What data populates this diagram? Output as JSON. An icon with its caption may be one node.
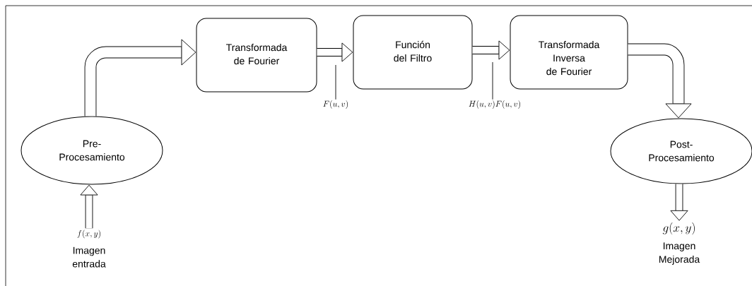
{
  "diagram": {
    "nodes": [
      {
        "text": [
          "Pre-Procesamiento"
        ]
      },
      {
        "text": [
          "Transformada de Fourier"
        ]
      },
      {
        "text": [
          "Función del Filtro"
        ]
      },
      {
        "text": [
          "Transformada Inversa de Fourier"
        ]
      },
      {
        "text": [
          "Post-Procesamiento"
        ]
      },
      {
        "text": [
          "f(x,y)",
          "Imagen entrada"
        ]
      },
      {
        "text": [
          "g(x,y)",
          "Imagen Mejorada"
        ]
      },
      {
        "text": [
          "F(u,v)"
        ]
      },
      {
        "text": [
          "H(u,v)F(u,v)"
        ]
      }
    ],
    "edges": [
      {
        "from": 5,
        "to": 0,
        "arrow": "to"
      },
      {
        "from": 0,
        "to": 1,
        "arrow": "to"
      },
      {
        "from": 1,
        "to": 2,
        "arrow": "to"
      },
      {
        "from": 2,
        "to": 3,
        "arrow": "to"
      },
      {
        "from": 3,
        "to": 4,
        "arrow": "to"
      },
      {
        "from": 4,
        "to": 6,
        "arrow": "to"
      },
      {
        "from": 7,
        "to": null,
        "arrow": "none"
      },
      {
        "from": 8,
        "to": null,
        "arrow": "none"
      }
    ]
  }
}
